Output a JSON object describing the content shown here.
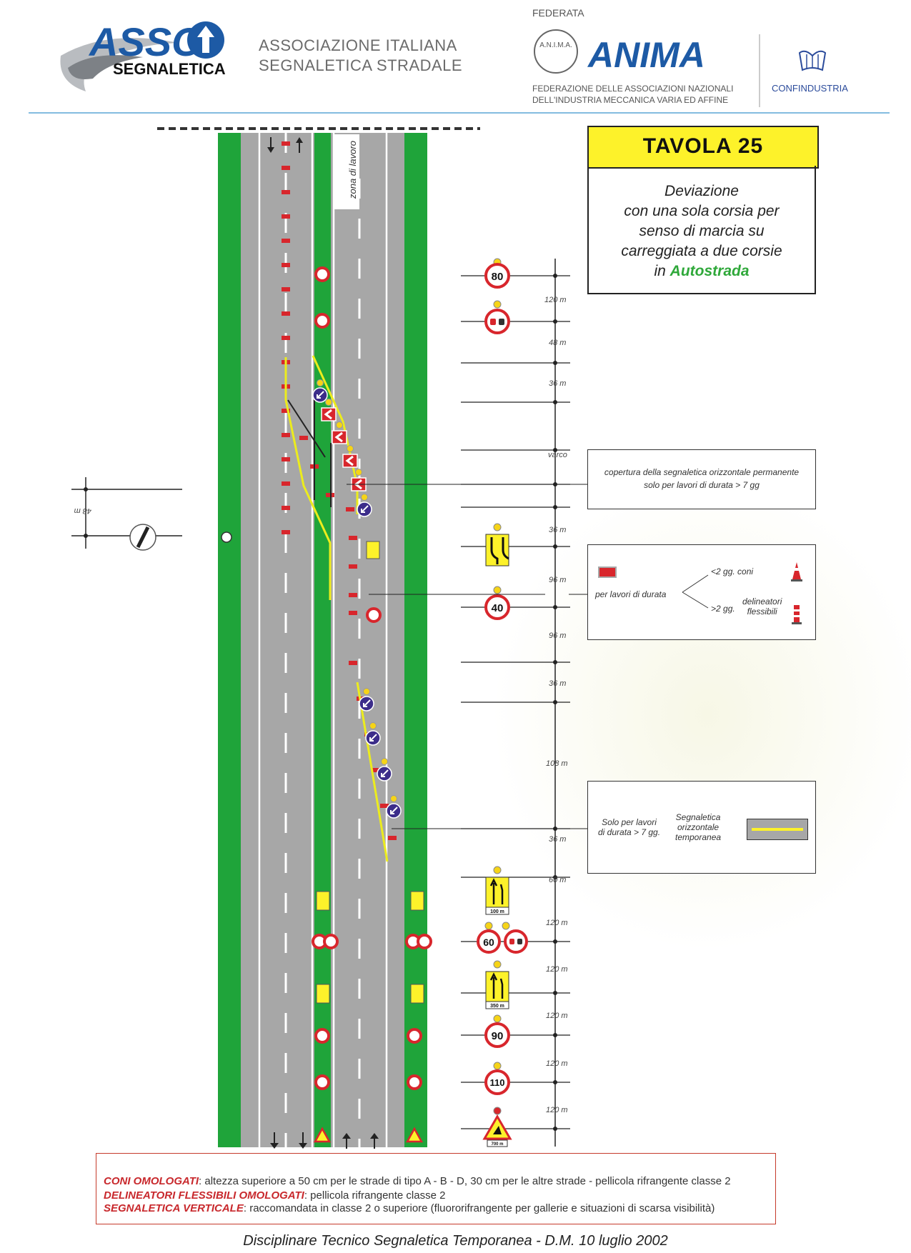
{
  "header": {
    "logo_word": "ASSO",
    "logo_sub": "SEGNALETICA",
    "association_line1": "ASSOCIAZIONE ITALIANA",
    "association_line2": "SEGNALETICA STRADALE",
    "federata": "FEDERATA",
    "anima_badge": "A.N.I.M.A.",
    "anima_word": "ANIMA",
    "federation_line1": "FEDERAZIONE DELLE ASSOCIAZIONI NAZIONALI",
    "federation_line2": "DELL'INDUSTRIA MECCANICA VARIA ED AFFINE",
    "confindustria": "CONFINDUSTRIA"
  },
  "tavola": {
    "title": "TAVOLA 25",
    "desc_line1": "Deviazione",
    "desc_line2": "con una sola corsia per",
    "desc_line3": "senso di marcia su",
    "desc_line4": "carreggiata a due corsie",
    "desc_prefix": "in",
    "desc_highlight": "Autostrada"
  },
  "diagram": {
    "work_zone": "zona di lavoro",
    "varco": "varco",
    "left_distance": "48 m",
    "distances": [
      "120 m",
      "48 m",
      "36 m",
      "36 m",
      "96 m",
      "96 m",
      "36 m",
      "108 m",
      "36 m",
      "60 m",
      "120 m",
      "120 m",
      "120 m",
      "120 m",
      "120 m"
    ],
    "sign_80": "80",
    "sign_40": "40",
    "sign_60": "60",
    "sign_90": "90",
    "sign_110": "110",
    "plate_100": "100 m",
    "plate_350": "350 m",
    "plate_700": "700 m"
  },
  "notes": {
    "cover_line1": "copertura della segnaletica orizzontale permanente",
    "cover_line2": "solo per lavori di durata > 7 gg",
    "duration_label": "per lavori di durata",
    "less_than": "<2 gg. coni",
    "more_than": ">2 gg.",
    "delineatori_1": "delineatori",
    "delineatori_2": "flessibili",
    "solo_line1": "Solo per lavori",
    "solo_line2": "di durata > 7 gg.",
    "temp_line1": "Segnaletica",
    "temp_line2": "orizzontale",
    "temp_line3": "temporanea"
  },
  "footer": {
    "coni_label": "CONI OMOLOGATI",
    "coni_text": ": altezza superiore a 50 cm per le strade di tipo A - B - D, 30 cm per le altre strade - pellicola rifrangente classe 2",
    "delin_label": "DELINEATORI FLESSIBILI OMOLOGATI",
    "delin_text": ": pellicola rifrangente classe 2",
    "segn_label": "SEGNALETICA VERTICALE",
    "segn_text": ": raccomandata in classe 2 o superiore (fluororifrangente per gallerie e situazioni di scarsa visibilità)",
    "title": "Disciplinare Tecnico Segnaletica Temporanea - D.M.  10 luglio 2002"
  },
  "colors": {
    "road_gray": "#a7a7a7",
    "verge_green": "#1fa43a",
    "sign_red": "#d8262c",
    "tavola_yellow": "#fdf22a",
    "accent_blue": "#1d5aa5"
  }
}
